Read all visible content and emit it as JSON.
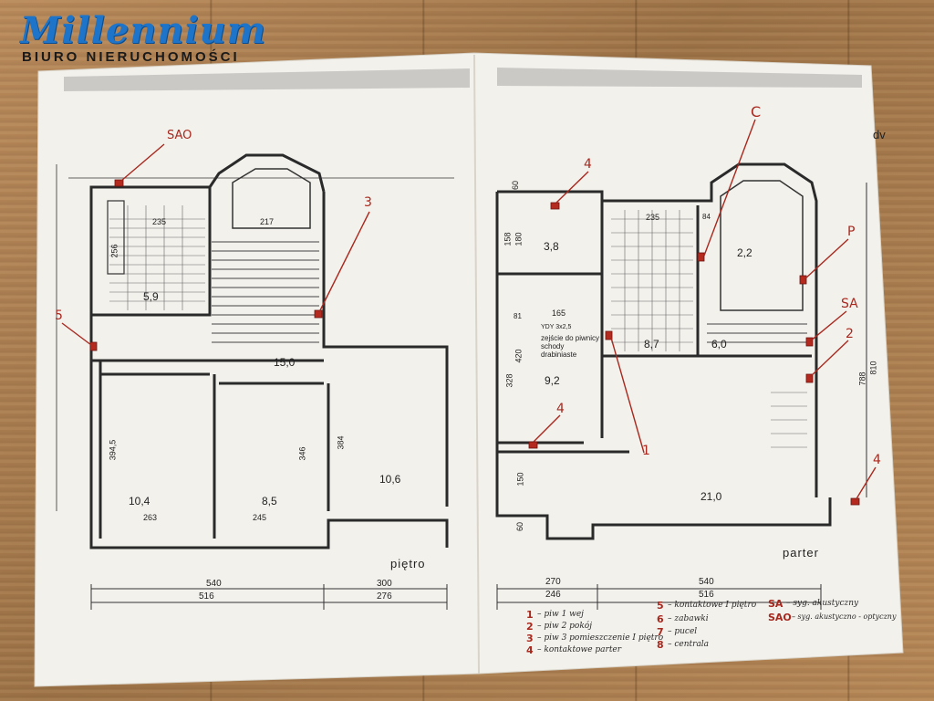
{
  "brand": {
    "name": "Millennium",
    "tagline": "BIURO NIERUCHOMOŚCI"
  },
  "colors": {
    "brand_blue": "#1d74c8",
    "red_marker": "#a8281e",
    "paper": "#f3f1ec",
    "ink": "#262626"
  },
  "plan": {
    "left_caption": "piętro",
    "right_caption": "parter",
    "corner_text": "dv",
    "left_rooms": {
      "hall": "15,0",
      "bath": "5,9",
      "room_a": "10,4",
      "room_b": "8,5",
      "room_c": "10,6"
    },
    "right_rooms": {
      "r1": "3,8",
      "r2": "8,7",
      "r3": "9,2",
      "r4": "6,0",
      "r5": "2,2",
      "living": "21,0"
    },
    "left_dims": {
      "d1": "263",
      "d2": "245",
      "d3": "300",
      "d4": "540",
      "d5": "516",
      "d6": "276",
      "d7": "384",
      "d8": "346",
      "d9": "394,5",
      "d10": "217",
      "d11": "235",
      "d12": "256"
    },
    "right_dims": {
      "d1": "270",
      "d2": "246",
      "d3": "540",
      "d4": "516",
      "d5": "420",
      "d6": "328",
      "d7": "150",
      "d8": "60",
      "d9": "180",
      "d10": "158",
      "d11": "165",
      "d12": "235",
      "d13": "788",
      "d14": "810",
      "d15": "81",
      "d16": "84",
      "d17": "60"
    },
    "notes": {
      "stairs": "zejście do piwnicy schody drabiniaste",
      "ydy": "YDY 3x2,5"
    },
    "markers": {
      "SAO": "SAO",
      "n3": "3",
      "n5": "5",
      "n4a": "4",
      "n4b": "4",
      "n4c": "4",
      "C": "C",
      "P": "P",
      "SA": "SA",
      "n2": "2",
      "n1": "1"
    }
  },
  "legend": {
    "items": [
      {
        "num": "1",
        "text": "– piw 1 wej"
      },
      {
        "num": "2",
        "text": "– piw 2 pokój"
      },
      {
        "num": "3",
        "text": "– piw 3 pomieszczenie I piętro"
      },
      {
        "num": "4",
        "text": "– kontaktowe parter"
      },
      {
        "num": "5",
        "text": "– kontaktowe I piętro"
      },
      {
        "num": "6",
        "text": "– zabawki"
      },
      {
        "num": "7",
        "text": "– pucel"
      },
      {
        "num": "8",
        "text": "– centrala"
      },
      {
        "num": "SA",
        "text": "– syg. akustyczny"
      },
      {
        "num": "SAO",
        "text": "– syg. akustyczno - optyczny"
      }
    ]
  }
}
